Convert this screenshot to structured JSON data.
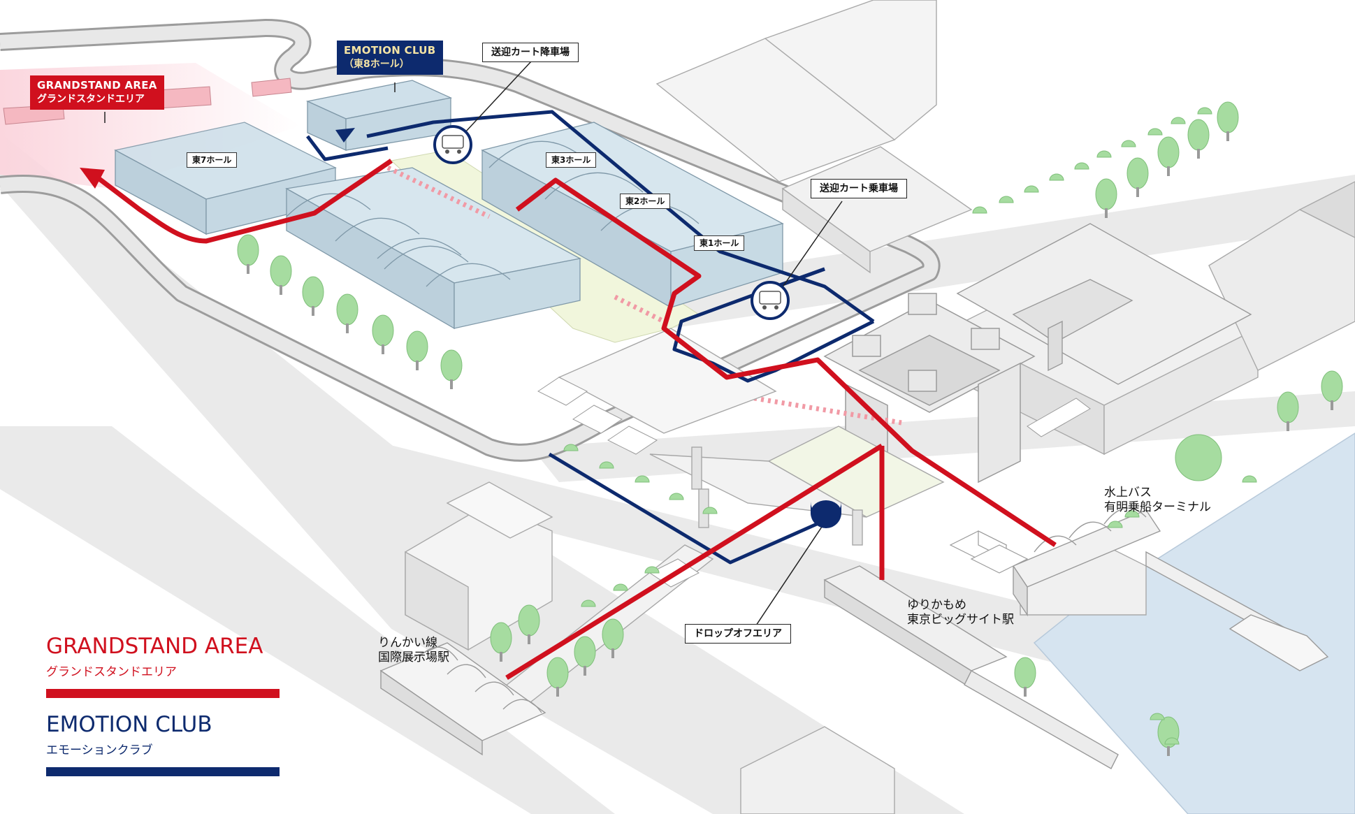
{
  "colors": {
    "grandstand": "#d0101e",
    "emotion": "#0d2a6e",
    "hall_glass": "#cfe0ea",
    "park_green": "#a8dba0",
    "water": "#d6e4f0",
    "road": "#e9e9e9",
    "highlight_pink": "#fbdde3",
    "highlight_yellow": "#f1f6dc"
  },
  "tags": {
    "grandstand": {
      "en": "GRANDSTAND AREA",
      "ja": "グランドスタンドエリア"
    },
    "emotion": {
      "en": "EMOTION CLUB",
      "ja": "（東8ホール）"
    }
  },
  "callouts": {
    "cart_drop": "送迎カート降車場",
    "cart_pick": "送迎カート乗車場",
    "drop_off": "ドロップオフエリア"
  },
  "halls": {
    "east7": "東7ホール",
    "east3": "東3ホール",
    "east2": "東2ホール",
    "east1": "東1ホール"
  },
  "places": {
    "water_bus": "水上バス\n有明乗船ターミナル",
    "yurikamome": "ゆりかもめ\n東京ビッグサイト駅",
    "rinkai": "りんかい線\n国際展示場駅"
  },
  "legend": {
    "grandstand": {
      "title": "GRANDSTAND AREA",
      "sub": "グランドスタンドエリア"
    },
    "emotion": {
      "title": "EMOTION CLUB",
      "sub": "エモーションクラブ"
    }
  },
  "icons": {
    "cart": "golf-cart-icon",
    "dropoff": "dropoff-point-icon",
    "tree": "tree-icon"
  }
}
